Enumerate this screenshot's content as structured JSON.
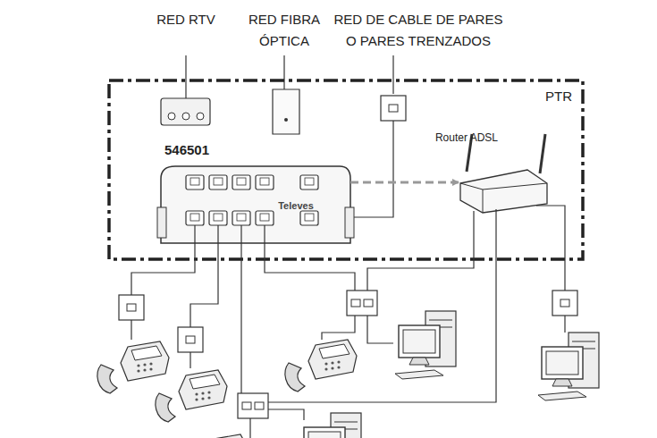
{
  "diagram": {
    "nodes": [
      {
        "text": [
          "PTR"
        ]
      },
      {
        "text": [
          "546501",
          "Televes"
        ],
        "in": 0
      },
      {
        "text": [
          "Router ADSL"
        ],
        "in": 0
      }
    ],
    "edges": [
      {
        "from": 1,
        "to": 2,
        "arrow": "to"
      }
    ],
    "labels": [
      "RED RTV",
      "RED FIBRA ÓPTICA",
      "RED DE CABLE DE PARES O PARES TRENZADOS"
    ]
  }
}
